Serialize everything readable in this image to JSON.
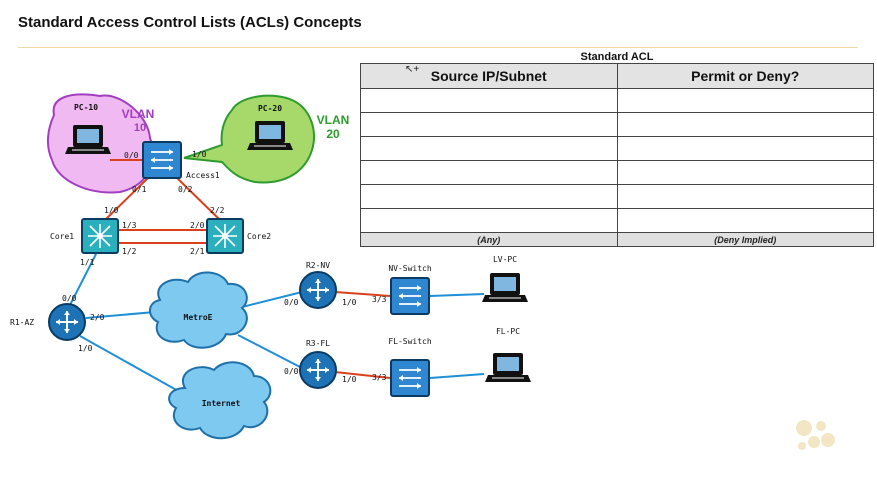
{
  "page": {
    "title": "Standard Access Control Lists (ACLs) Concepts"
  },
  "acl": {
    "heading": "Standard ACL",
    "columns": [
      "Source IP/Subnet",
      "Permit or Deny?"
    ],
    "rows": [
      [
        "",
        ""
      ],
      [
        "",
        ""
      ],
      [
        "",
        ""
      ],
      [
        "",
        ""
      ],
      [
        "",
        ""
      ],
      [
        "",
        ""
      ]
    ],
    "footer": [
      "(Any)",
      "(Deny Implied)"
    ]
  },
  "diagram": {
    "vlans": [
      {
        "name": "VLAN",
        "number": "10",
        "color": "#a23ec0",
        "fill": "#f1b9f1",
        "host": "PC-10"
      },
      {
        "name": "VLAN",
        "number": "20",
        "color": "#2e9b2e",
        "fill": "#a6d96a",
        "host": "PC-20"
      }
    ],
    "devices": {
      "access1": "Access1",
      "core1": "Core1",
      "core2": "Core2",
      "r1": "R1-AZ",
      "r2": "R2-NV",
      "r3": "R3-FL",
      "nv_switch": "NV-Switch",
      "fl_switch": "FL-Switch",
      "lv_pc": "LV-PC",
      "fl_pc": "FL-PC"
    },
    "clouds": {
      "metro": "MetroE",
      "internet": "Internet"
    },
    "ports": {
      "access1_pc10": "0/0",
      "access1_pc20": "1/0",
      "access1_core1": "0/1",
      "access1_core2": "0/2",
      "core1_access1": "1/0",
      "core1_core2_a": "1/3",
      "core1_core2_b": "1/2",
      "core2_access1": "2/2",
      "core2_core1_a": "2/0",
      "core2_core1_b": "2/1",
      "core1_r1": "1/1",
      "r1_core1": "0/0",
      "r1_metro": "2/0",
      "r1_internet": "1/0",
      "r2_metro": "0/0",
      "r2_switch": "1/0",
      "nv_switch_r2": "3/3",
      "r3_metro": "0/0",
      "r3_switch": "1/0",
      "fl_switch_r3": "3/3"
    }
  }
}
